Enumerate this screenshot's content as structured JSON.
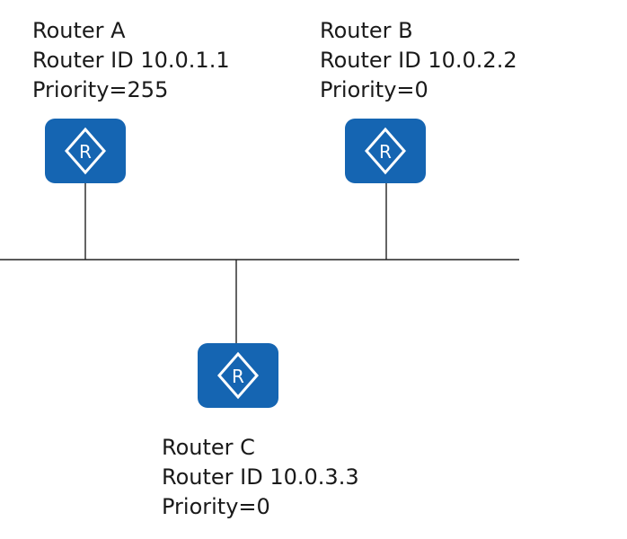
{
  "routers": [
    {
      "name": "Router A",
      "router_id": "Router ID 10.0.1.1",
      "priority": "Priority=255"
    },
    {
      "name": "Router B",
      "router_id": "Router ID 10.0.2.2",
      "priority": "Priority=0"
    },
    {
      "name": "Router C",
      "router_id": "Router ID 10.0.3.3",
      "priority": "Priority=0"
    }
  ],
  "router_icon_glyph": "R",
  "colors": {
    "router_fill": "#1565b2",
    "router_symbol": "#ffffff",
    "line": "#222222"
  }
}
